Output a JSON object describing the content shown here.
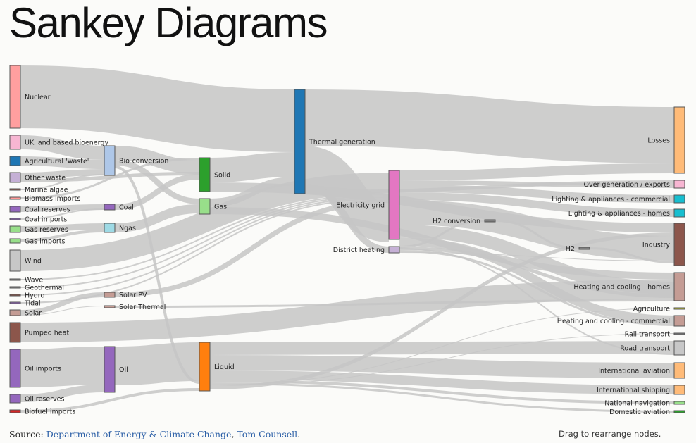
{
  "title": "Sankey Diagrams",
  "footer": {
    "prefix": "Source: ",
    "link1": "Department of Energy & Climate Change",
    "sep": ", ",
    "link2": "Tom Counsell",
    "suffix": ".",
    "hint": "Drag to rearrange nodes."
  },
  "nodes": [
    {
      "name": "Nuclear",
      "color": "#ff9f9f"
    },
    {
      "name": "UK land based bioenergy",
      "color": "#f7b6d2"
    },
    {
      "name": "Agricultural 'waste'",
      "color": "#1f77b4"
    },
    {
      "name": "Other waste",
      "color": "#c5b0d5"
    },
    {
      "name": "Marine algae",
      "color": "#8c564b"
    },
    {
      "name": "Biomass imports",
      "color": "#ff9896"
    },
    {
      "name": "Coal reserves",
      "color": "#9467bd"
    },
    {
      "name": "Coal imports",
      "color": "#9467bd"
    },
    {
      "name": "Gas reserves",
      "color": "#98df8a"
    },
    {
      "name": "Gas imports",
      "color": "#98df8a"
    },
    {
      "name": "Wind",
      "color": "#c7c7c7"
    },
    {
      "name": "Wave",
      "color": "#7f7f7f"
    },
    {
      "name": "Geothermal",
      "color": "#7f7f7f"
    },
    {
      "name": "Hydro",
      "color": "#8c564b"
    },
    {
      "name": "Tidal",
      "color": "#9467bd"
    },
    {
      "name": "Solar",
      "color": "#c49c94"
    },
    {
      "name": "Pumped heat",
      "color": "#8c564b"
    },
    {
      "name": "Oil imports",
      "color": "#9467bd"
    },
    {
      "name": "Oil reserves",
      "color": "#9467bd"
    },
    {
      "name": "Biofuel imports",
      "color": "#d62728"
    },
    {
      "name": "Bio-conversion",
      "color": "#aec7e8"
    },
    {
      "name": "Coal",
      "color": "#9467bd"
    },
    {
      "name": "Ngas",
      "color": "#9edae5"
    },
    {
      "name": "Solar PV",
      "color": "#c49c94"
    },
    {
      "name": "Solar Thermal",
      "color": "#c49c94"
    },
    {
      "name": "Oil",
      "color": "#9467bd"
    },
    {
      "name": "Solid",
      "color": "#2ca02c"
    },
    {
      "name": "Gas",
      "color": "#98df8a"
    },
    {
      "name": "Liquid",
      "color": "#ff7f0e"
    },
    {
      "name": "Thermal generation",
      "color": "#1f77b4"
    },
    {
      "name": "Electricity grid",
      "color": "#e377c2"
    },
    {
      "name": "District heating",
      "color": "#c5b0d5"
    },
    {
      "name": "H2 conversion",
      "color": "#7f7f7f"
    },
    {
      "name": "H2",
      "color": "#7f7f7f"
    },
    {
      "name": "Losses",
      "color": "#ffbb78"
    },
    {
      "name": "Over generation / exports",
      "color": "#f7b6d2"
    },
    {
      "name": "Lighting & appliances - commercial",
      "color": "#17becf"
    },
    {
      "name": "Lighting & appliances - homes",
      "color": "#17becf"
    },
    {
      "name": "Industry",
      "color": "#8c564b"
    },
    {
      "name": "Heating and cooling - homes",
      "color": "#c49c94"
    },
    {
      "name": "Agriculture",
      "color": "#bcbd22"
    },
    {
      "name": "Heating and cooling - commercial",
      "color": "#c49c94"
    },
    {
      "name": "Rail transport",
      "color": "#7f7f7f"
    },
    {
      "name": "Road transport",
      "color": "#c7c7c7"
    },
    {
      "name": "International aviation",
      "color": "#ffbb78"
    },
    {
      "name": "International shipping",
      "color": "#ffbb78"
    },
    {
      "name": "National navigation",
      "color": "#98df8a"
    },
    {
      "name": "Domestic aviation",
      "color": "#2ca02c"
    }
  ]
}
